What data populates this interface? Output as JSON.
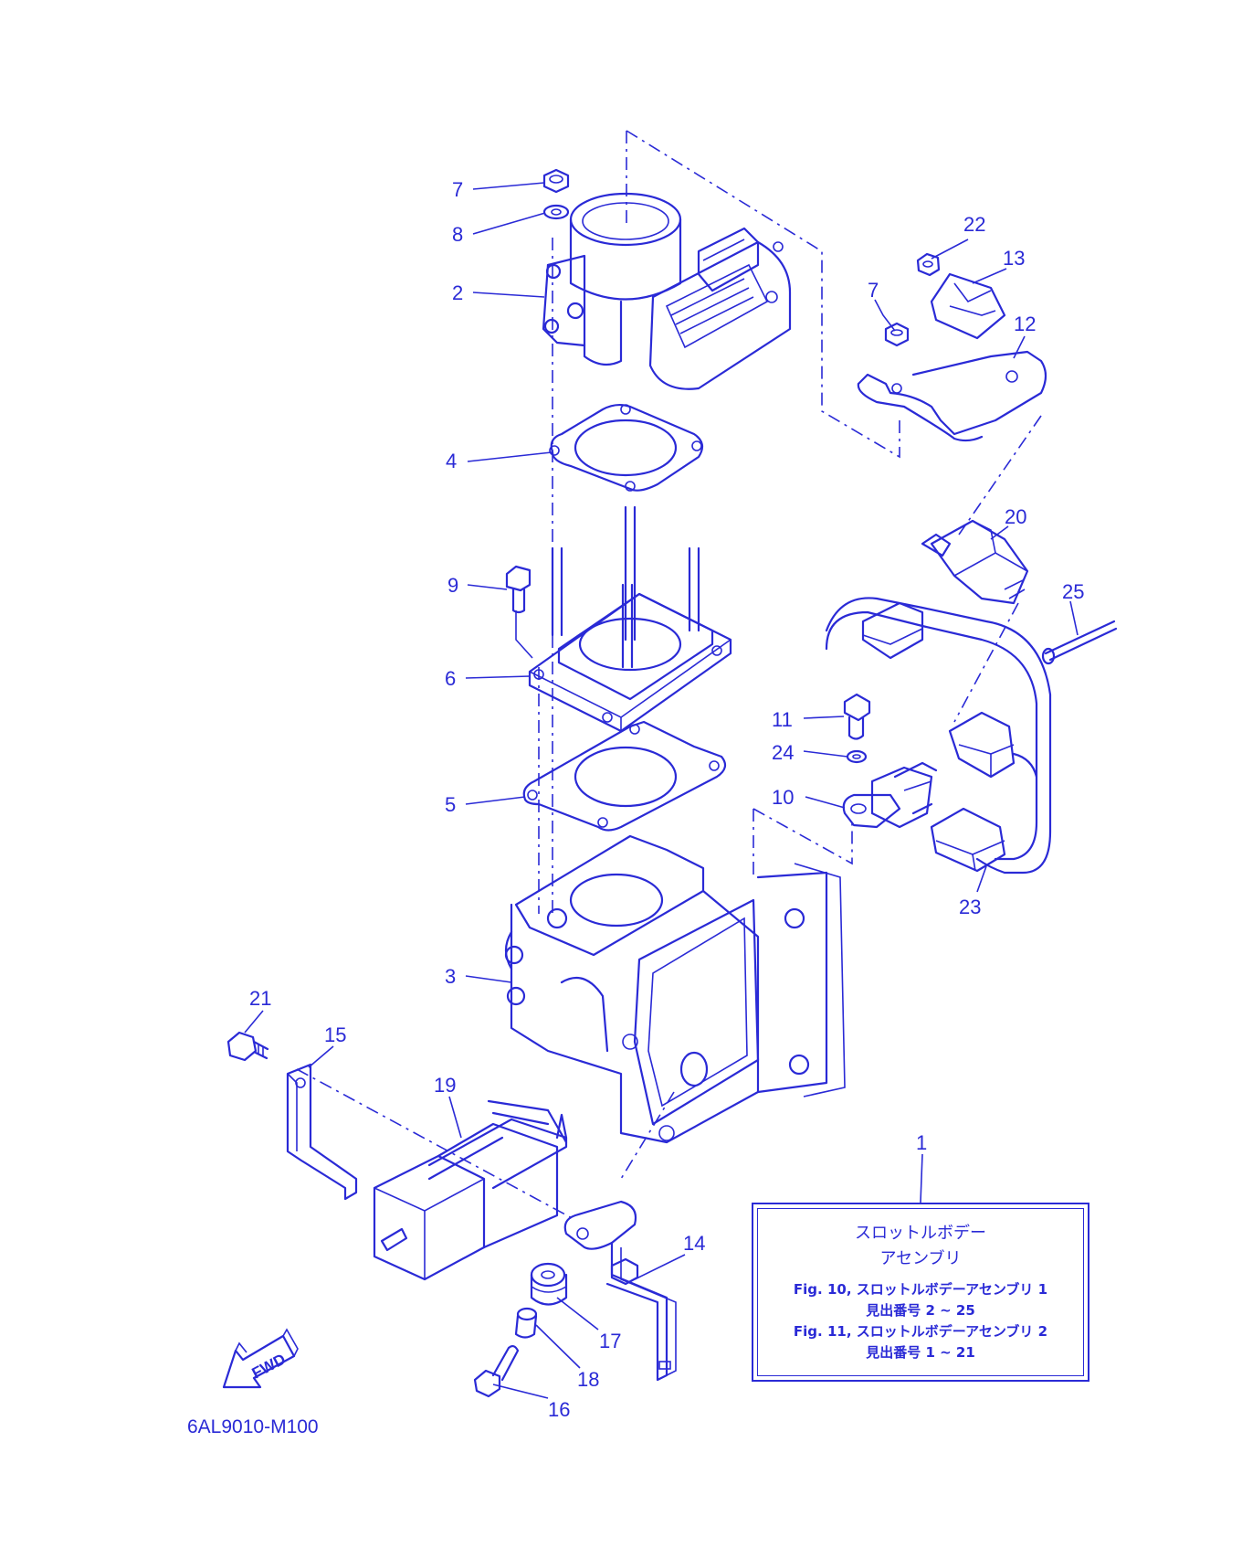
{
  "part_numbers": [
    {
      "id": "p7a",
      "label": "7"
    },
    {
      "id": "p8",
      "label": "8"
    },
    {
      "id": "p2",
      "label": "2"
    },
    {
      "id": "p4",
      "label": "4"
    },
    {
      "id": "p9",
      "label": "9"
    },
    {
      "id": "p6",
      "label": "6"
    },
    {
      "id": "p5",
      "label": "5"
    },
    {
      "id": "p3",
      "label": "3"
    },
    {
      "id": "p22",
      "label": "22"
    },
    {
      "id": "p13",
      "label": "13"
    },
    {
      "id": "p7b",
      "label": "7"
    },
    {
      "id": "p12",
      "label": "12"
    },
    {
      "id": "p20",
      "label": "20"
    },
    {
      "id": "p25",
      "label": "25"
    },
    {
      "id": "p11",
      "label": "11"
    },
    {
      "id": "p24",
      "label": "24"
    },
    {
      "id": "p10",
      "label": "10"
    },
    {
      "id": "p23",
      "label": "23"
    },
    {
      "id": "p21",
      "label": "21"
    },
    {
      "id": "p15",
      "label": "15"
    },
    {
      "id": "p19",
      "label": "19"
    },
    {
      "id": "p1",
      "label": "1"
    },
    {
      "id": "p14",
      "label": "14"
    },
    {
      "id": "p17",
      "label": "17"
    },
    {
      "id": "p18",
      "label": "18"
    },
    {
      "id": "p16",
      "label": "16"
    }
  ],
  "legend": {
    "name_line1": "スロットルボデー",
    "name_line2": "アセンブリ",
    "fig10": "Fig. 10, スロットルボデーアセンブリ 1",
    "fig10_range": "見出番号 2 ~ 25",
    "fig11": "Fig. 11, スロットルボデーアセンブリ 2",
    "fig11_range": "見出番号 1 ~ 21"
  },
  "fwd_label": "FWD",
  "diagram_code": "6AL9010-M100",
  "colors": {
    "line": "#2a2ad6",
    "background": "#ffffff"
  }
}
